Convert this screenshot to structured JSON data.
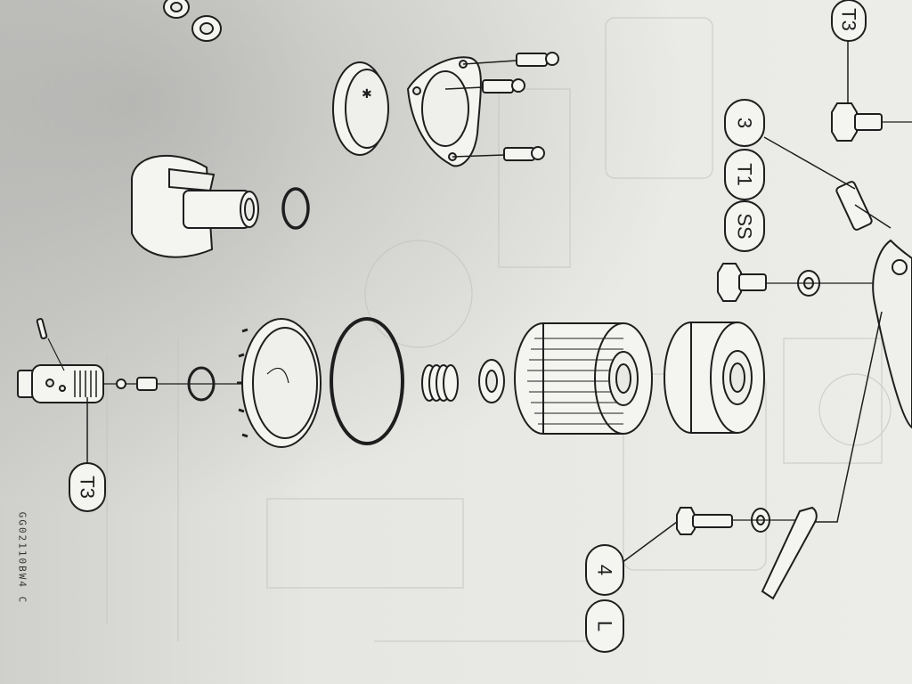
{
  "figure": {
    "code": "GG02110BW4 C"
  },
  "callouts": {
    "t3_top": "T3",
    "t3_bolt": "T3",
    "c3": "3",
    "t1": "T1",
    "ss": "SS",
    "c4": "4",
    "l": "L"
  },
  "colors": {
    "paper": "#e8e8e4",
    "line": "#1e1e1e",
    "ghost": "#b8b8b4"
  }
}
